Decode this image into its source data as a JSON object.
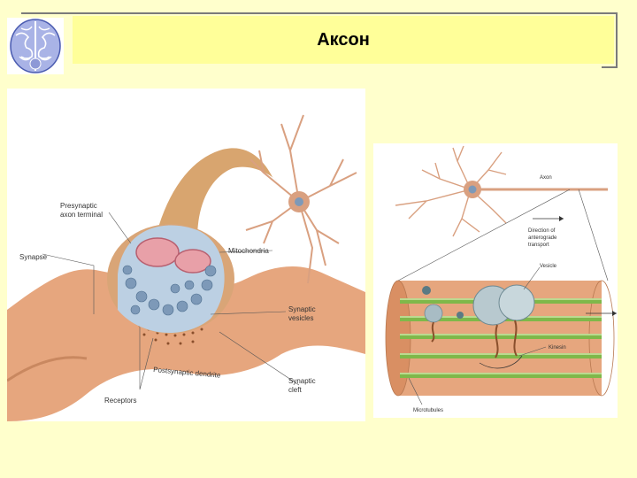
{
  "slide": {
    "title": "Аксон"
  },
  "synapse_figure": {
    "labels": {
      "presynaptic": [
        "Presynaptic",
        "axon terminal"
      ],
      "synapse": "Synapse",
      "mitochondria": "Mitochondria",
      "synaptic_vesicles": [
        "Synaptic",
        "vesicles"
      ],
      "postsynaptic_dendrite": "Postsynaptic dendrite",
      "synaptic_cleft": [
        "Synaptic",
        "cleft"
      ],
      "receptors": "Receptors"
    }
  },
  "transport_figure": {
    "labels": {
      "axon": "Axon",
      "direction": [
        "Direction of",
        "anterograde",
        "transport"
      ],
      "vesicle": "Vesicle",
      "kinesin": "Kinesin",
      "microtubules": "Microtubules"
    }
  },
  "colors": {
    "background": "#ffffcc",
    "header": "#ffff99",
    "neuron": "#d9a577",
    "dendrite": "#e6a67e",
    "microtubule": "#7fb84a"
  }
}
